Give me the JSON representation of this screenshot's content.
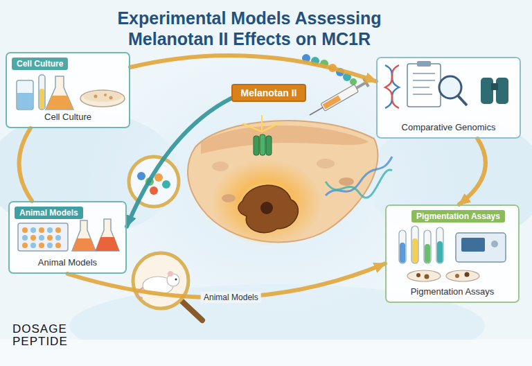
{
  "diagram": {
    "title": "Experimental Models Assessing Melanotan II Effects on MC1R",
    "nodes": [
      {
        "text": [
          "Cell Culture",
          "Cell Culture"
        ]
      },
      {
        "text": [
          "Melanotan II"
        ]
      },
      {
        "text": [
          "Comparative Genomics"
        ]
      },
      {
        "text": [
          "Animal Models",
          "Animal Models"
        ]
      },
      {
        "text": [
          "Pigmentation Assays",
          "Pigmentation Assays"
        ]
      }
    ],
    "edges": [
      {
        "from": 0,
        "to": 2,
        "arrow": "to"
      },
      {
        "from": 2,
        "to": 4,
        "arrow": "to"
      },
      {
        "from": 1,
        "to": 3,
        "arrow": "to"
      },
      {
        "from": 0,
        "to": 3,
        "arrow": "none"
      },
      {
        "from": 3,
        "to": 4,
        "label": "Animal Models",
        "arrow": "to"
      }
    ],
    "labels": [
      "DOSAGE",
      "PEPTIDE"
    ]
  }
}
